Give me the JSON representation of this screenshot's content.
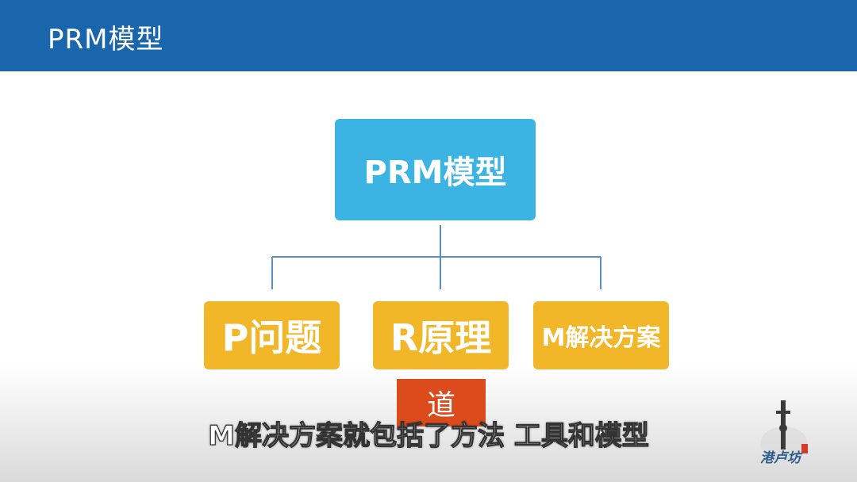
{
  "header": {
    "title": "PRM模型"
  },
  "diagram": {
    "root": {
      "label": "PRM模型"
    },
    "children": [
      {
        "label": "P问题"
      },
      {
        "label": "R原理"
      },
      {
        "label": "M解决方案"
      }
    ],
    "sub_node": {
      "label": "道"
    }
  },
  "subtitle": {
    "text": "M解决方案就包括了方法 工具和模型"
  },
  "watermark": {
    "text": "港卢坊"
  },
  "colors": {
    "header_blue": "#1a66ad",
    "root_blue": "#3cb4e3",
    "child_yellow": "#f2b629",
    "dao_red": "#dc4b1c",
    "connector": "#5b8ec2"
  }
}
